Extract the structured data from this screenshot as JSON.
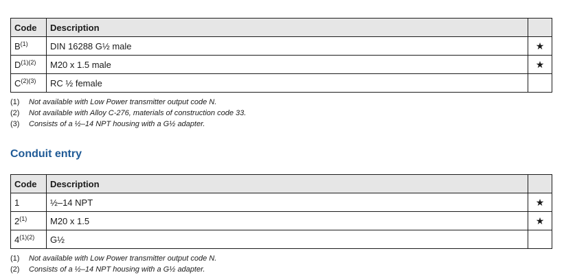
{
  "table1": {
    "headers": {
      "code": "Code",
      "description": "Description",
      "star": ""
    },
    "rows": [
      {
        "code": "B",
        "sup": "(1)",
        "description": "DIN 16288 G½ male",
        "star": "★"
      },
      {
        "code": "D",
        "sup": "(1)(2)",
        "description": "M20 x 1.5 male",
        "star": "★"
      },
      {
        "code": "C",
        "sup": "(2)(3)",
        "description": "RC ½ female",
        "star": ""
      }
    ],
    "notes": [
      {
        "num": "(1)",
        "text": "Not available with Low Power transmitter output code N."
      },
      {
        "num": "(2)",
        "text": "Not available with Alloy C-276, materials of construction code 33."
      },
      {
        "num": "(3)",
        "text": "Consists of a ½–14 NPT housing with a G½ adapter."
      }
    ]
  },
  "section": {
    "title": "Conduit entry"
  },
  "table2": {
    "headers": {
      "code": "Code",
      "description": "Description",
      "star": ""
    },
    "rows": [
      {
        "code": "1",
        "sup": "",
        "description": "½–14 NPT",
        "star": "★"
      },
      {
        "code": "2",
        "sup": "(1)",
        "description": "M20 x 1.5",
        "star": "★"
      },
      {
        "code": "4",
        "sup": "(1)(2)",
        "description": "G½",
        "star": ""
      }
    ],
    "notes": [
      {
        "num": "(1)",
        "text": "Not available with Low Power transmitter output code N."
      },
      {
        "num": "(2)",
        "text": "Consists of a ½–14 NPT housing with a G½ adapter."
      }
    ]
  }
}
